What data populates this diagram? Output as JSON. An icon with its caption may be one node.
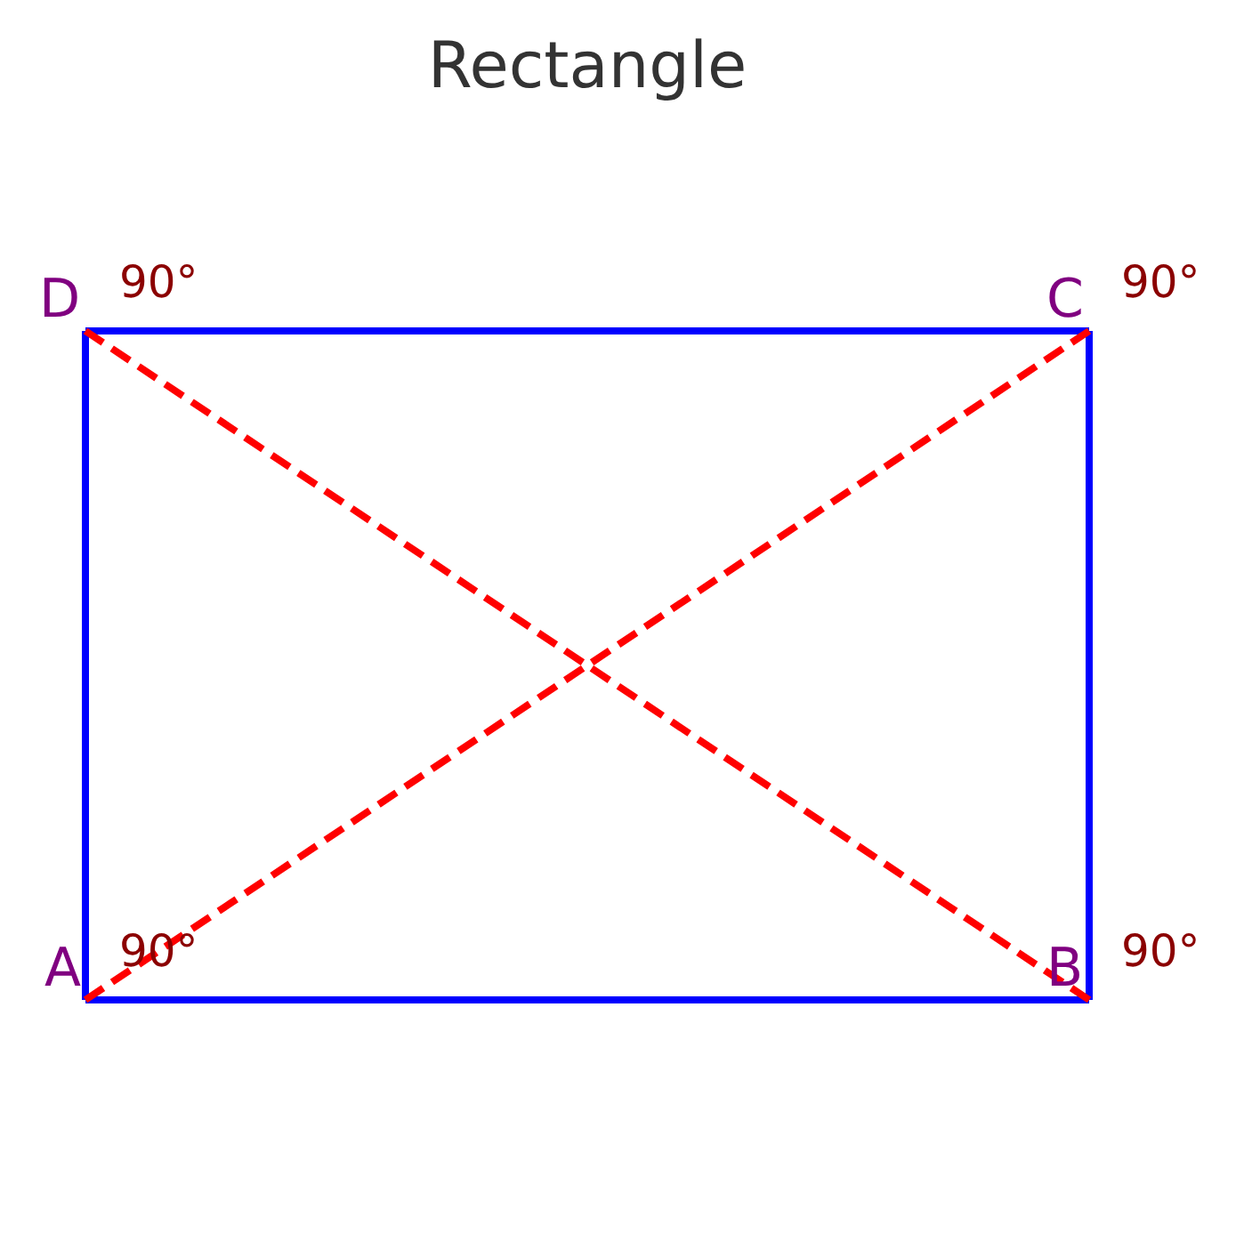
{
  "diagram": {
    "title": "Rectangle",
    "nodes": [
      {
        "text": [
          "A"
        ],
        "beside": [
          "90°"
        ]
      },
      {
        "text": [
          "B"
        ],
        "beside": [
          "90°"
        ]
      },
      {
        "text": [
          "C"
        ],
        "beside": [
          "90°"
        ]
      },
      {
        "text": [
          "D"
        ],
        "beside": [
          "90°"
        ]
      }
    ],
    "edges": [
      {
        "from": 0,
        "to": 1,
        "arrow": "none"
      },
      {
        "from": 1,
        "to": 2,
        "arrow": "none"
      },
      {
        "from": 2,
        "to": 3,
        "arrow": "none"
      },
      {
        "from": 3,
        "to": 0,
        "arrow": "none"
      },
      {
        "from": 0,
        "to": 2,
        "arrow": "none",
        "style": "dashed",
        "color": "#ff0000"
      },
      {
        "from": 1,
        "to": 3,
        "arrow": "none",
        "style": "dashed",
        "color": "#ff0000"
      }
    ]
  }
}
